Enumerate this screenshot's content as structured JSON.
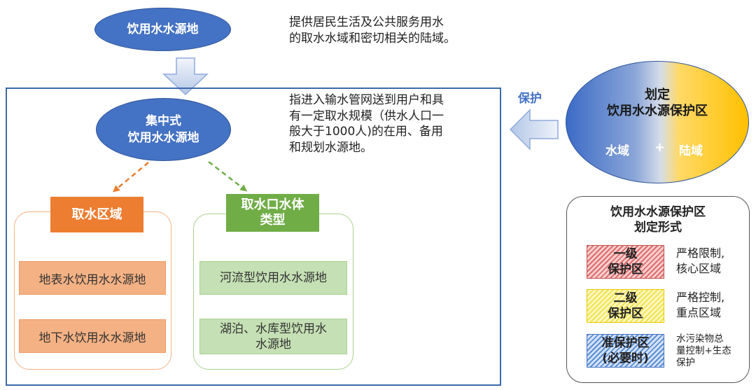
{
  "top": {
    "ellipse_label": "饮用水水源地",
    "desc_line1": "提供居民生活及公共服务用水",
    "desc_line2": "的取水水域和密切相关的陆域。"
  },
  "central": {
    "line1": "集中式",
    "line2": "饮用水水源地",
    "desc_lines": [
      "指进入输水管网送到用户和具",
      "有一定取水规模（供水人口一",
      "般大于1000人)的在用、备用",
      "和规划水源地。"
    ]
  },
  "intake_area": {
    "header": "取水区域",
    "items": [
      "地表水饮用水水源地",
      "地下水饮用水水源地"
    ]
  },
  "water_body": {
    "header_line1": "取水口水体",
    "header_line2": "类型",
    "items": [
      {
        "line1": "河流型饮用水水源地",
        "line2": ""
      },
      {
        "line1": "湖泊、水库型饮用水",
        "line2": "水源地"
      }
    ]
  },
  "protect": {
    "arrow_label": "保护",
    "title_line1": "划定",
    "title_line2": "饮用水水源保护区",
    "water_label": "水域",
    "plus": "+",
    "land_label": "陆域"
  },
  "legend": {
    "title_line1": "饮用水水源保护区",
    "title_line2": "划定形式",
    "rows": [
      {
        "swatch_line1": "一级",
        "swatch_line2": "保护区",
        "desc_line1": "严格限制,",
        "desc_line2": "核心区域",
        "desc_line3": ""
      },
      {
        "swatch_line1": "二级",
        "swatch_line2": "保护区",
        "desc_line1": "严格控制,",
        "desc_line2": "重点区域",
        "desc_line3": ""
      },
      {
        "swatch_line1": "准保护区",
        "swatch_line2": "(必要时)",
        "desc_line1": "水污染物总",
        "desc_line2": "量控制+生态",
        "desc_line3": "保护"
      }
    ]
  },
  "colors": {
    "blue": "#4472c4",
    "orange": "#ed7d31",
    "green": "#70ad47",
    "frame_blue": "#3c69ad",
    "gold": "#ffc000"
  }
}
